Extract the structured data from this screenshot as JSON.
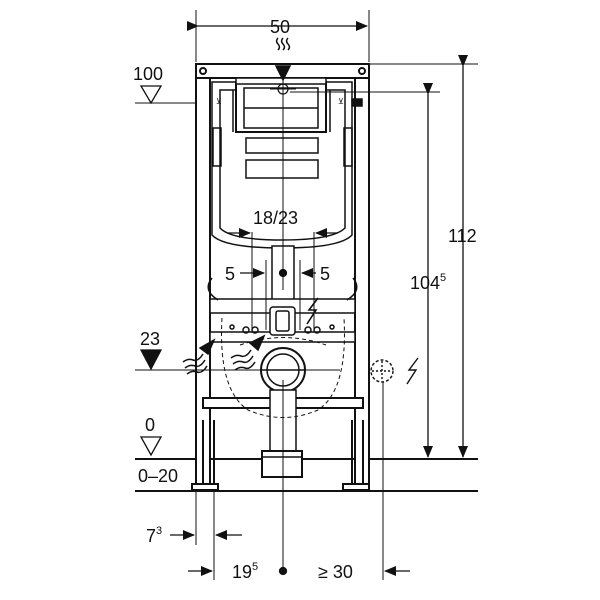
{
  "diagram": {
    "dim_top_width": "50",
    "level_top": "100",
    "level_mid": "23",
    "level_floor": "0",
    "floor_range": "0–20",
    "dim_outlets": "18/23",
    "dim_offset_left": "5",
    "dim_offset_right": "5",
    "dim_total_height": "112",
    "dim_frame_height_main": "104",
    "dim_frame_height_sup": "5",
    "dim_foot_main": "7",
    "dim_foot_sup": "3",
    "dim_center_main": "19",
    "dim_center_sup": "5",
    "dim_min_clear": "≥ 30"
  }
}
